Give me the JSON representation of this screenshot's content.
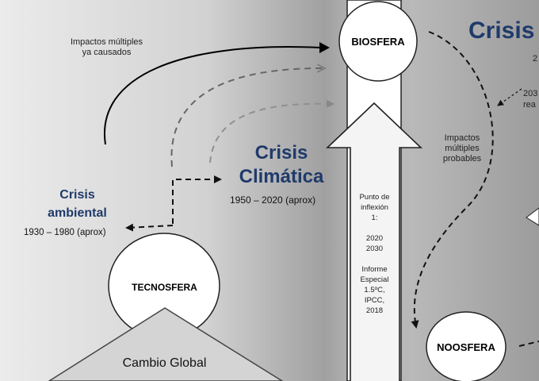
{
  "labels": {
    "impactos_causados": [
      "Impactos múltiples",
      "ya causados"
    ],
    "biosfera": "BIOSFERA",
    "crisis_right": "Crisis",
    "right_partial_1": "2",
    "right_partial_2": "203",
    "right_partial_3": "rea",
    "impactos_probables": [
      "Impactos",
      "múltiples",
      "probables"
    ],
    "crisis_climatica": [
      "Crisis",
      "Climática"
    ],
    "climatica_years": "1950 – 2020 (aprox)",
    "crisis_ambiental": [
      "Crisis",
      "ambiental"
    ],
    "ambiental_years": "1930 – 1980 (aprox)",
    "tecnosfera": "TECNOSFERA",
    "cambio_global": "Cambio Global",
    "noosfera": "NOOSFERA",
    "column_text": [
      "Punto de",
      "inflexión",
      "1:",
      "",
      "2020",
      "2030",
      "",
      "Informe",
      "Especial",
      "1.5ºC,",
      "IPCC,",
      "2018"
    ]
  },
  "colors": {
    "title_blue": "#1f3a6b"
  }
}
